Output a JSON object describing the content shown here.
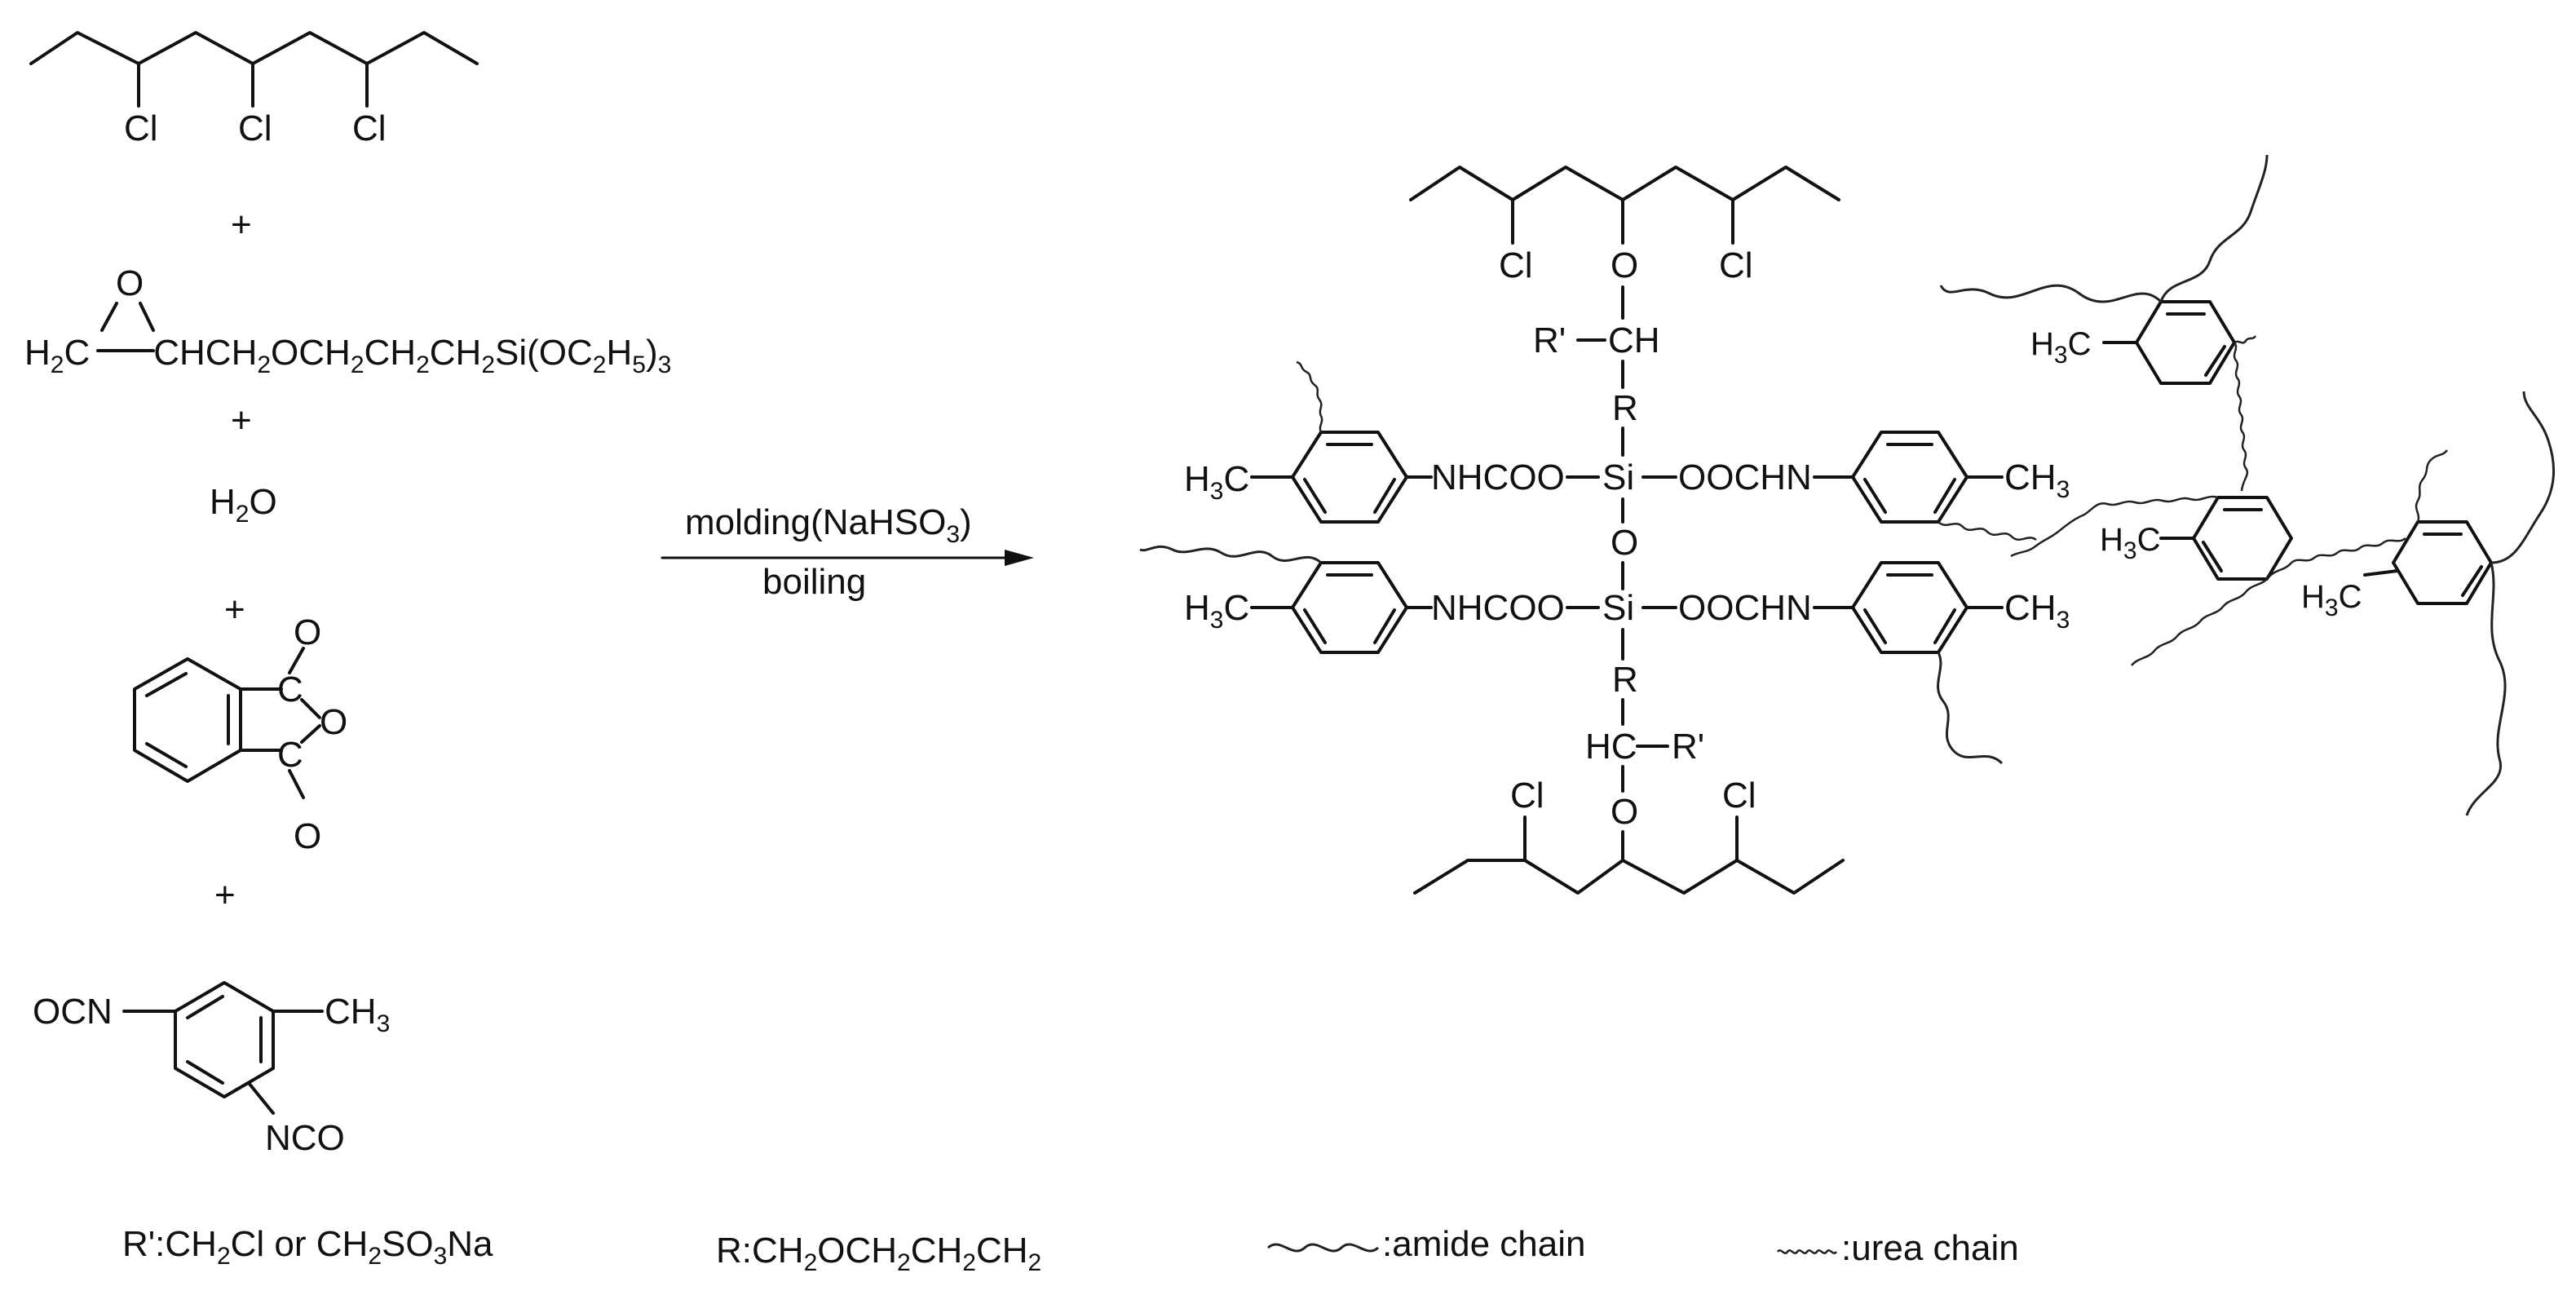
{
  "reactants": {
    "pvc": {
      "cl1": "Cl",
      "cl2": "Cl",
      "cl3": "Cl"
    },
    "plus_1": "+",
    "silane": {
      "oxygen": "O",
      "h2c": "H",
      "h2c_sub": "2",
      "h2c_c": "C",
      "chain_1": "CHCH",
      "chain_1_sub": "2",
      "chain_2": "OCH",
      "chain_2_sub": "2",
      "chain_3": "CH",
      "chain_3_sub": "2",
      "chain_4": "CH",
      "chain_4_sub": "2",
      "chain_5": "Si(OC",
      "chain_5_sub": "2",
      "chain_6": "H",
      "chain_6_sub": "5",
      "chain_7": ")",
      "chain_7_sub": "3"
    },
    "plus_2": "+",
    "water": {
      "h": "H",
      "h_sub": "2",
      "o": "O"
    },
    "plus_3": "+",
    "phthalic_anhydride": {
      "o_top": "O",
      "c_top": "C",
      "o_ring": "O",
      "c_bottom": "C",
      "o_bottom": "O"
    },
    "plus_4": "+",
    "tdi": {
      "ocn": "OCN",
      "ch3": "CH",
      "ch3_sub": "3",
      "nco": "NCO"
    }
  },
  "arrow": {
    "top_label": "molding(NaHSO",
    "top_label_sub": "3",
    "top_label_end": ")",
    "bottom_label": "boiling"
  },
  "product": {
    "top_chain": {
      "cl_left": "Cl",
      "o": "O",
      "cl_right": "Cl"
    },
    "top_ch": {
      "r_prime": "R'",
      "ch": "CH",
      "r": "R"
    },
    "upper_row": {
      "h3c": "H",
      "h3c_sub": "3",
      "h3c_c": "C",
      "nhcoo": "NHCOO",
      "si": "Si",
      "oochn": "OOCHN",
      "ch3": "CH",
      "ch3_sub": "3"
    },
    "bridge_o": "O",
    "lower_row": {
      "h3c": "H",
      "h3c_sub": "3",
      "h3c_c": "C",
      "nhcoo": "NHCOO",
      "si": "Si",
      "oochn": "OOCHN",
      "ch3": "CH",
      "ch3_sub": "3"
    },
    "bottom_ch": {
      "r": "R",
      "hc": "HC",
      "r_prime": "R'",
      "o": "O"
    },
    "bottom_chain": {
      "cl_left": "Cl",
      "cl_right": "Cl"
    },
    "network": {
      "h3c_1": "H",
      "h3c_1_sub": "3",
      "h3c_1_c": "C",
      "h3c_2": "H",
      "h3c_2_sub": "3",
      "h3c_2_c": "C",
      "h3c_3": "H",
      "h3c_3_sub": "3",
      "h3c_3_c": "C"
    }
  },
  "legend": {
    "r_prime_def": "R':CH",
    "r_prime_def_sub1": "2",
    "r_prime_def_mid": "Cl or CH",
    "r_prime_def_sub2": "2",
    "r_prime_def_mid2": "SO",
    "r_prime_def_sub3": "3",
    "r_prime_def_end": "Na",
    "r_def": "R:CH",
    "r_def_sub1": "2",
    "r_def_mid1": "OCH",
    "r_def_sub2": "2",
    "r_def_mid2": "CH",
    "r_def_sub3": "2",
    "r_def_mid3": "CH",
    "r_def_sub4": "2",
    "amide_label": ":amide chain",
    "urea_label": ":urea chain"
  }
}
